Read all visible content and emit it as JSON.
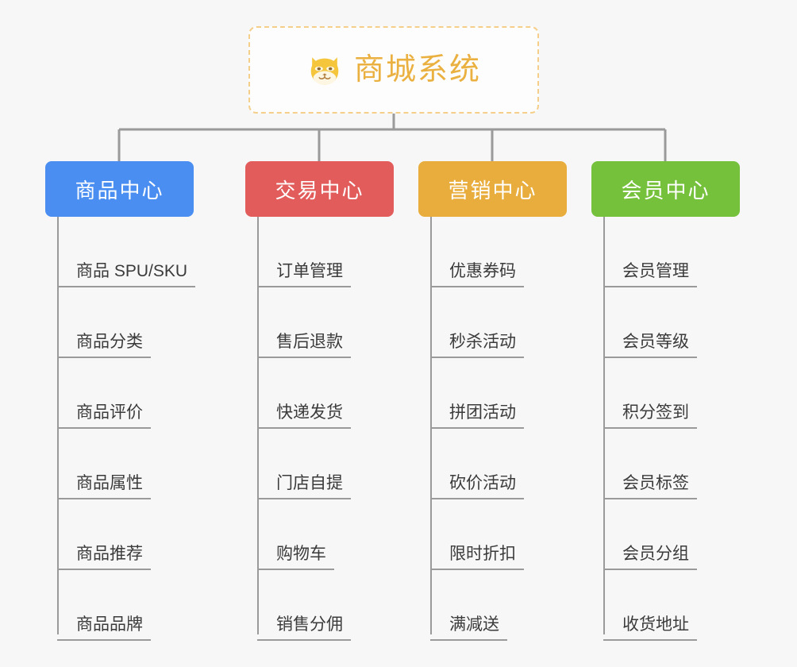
{
  "diagram": {
    "type": "org-chart",
    "background_color": "#f7f7f7",
    "root": {
      "label": "商城系统",
      "icon": "shiba-dog-face-icon",
      "text_color": "#eab040",
      "border_color": "#f5cf8a",
      "border_style": "dashed",
      "background_color": "#fdfdfd"
    },
    "connector_color": "#9a9a9a",
    "categories": [
      {
        "label": "商品中心",
        "color": "#4a8ef2",
        "items": [
          "商品 SPU/SKU",
          "商品分类",
          "商品评价",
          "商品属性",
          "商品推荐",
          "商品品牌"
        ]
      },
      {
        "label": "交易中心",
        "color": "#e25c5c",
        "items": [
          "订单管理",
          "售后退款",
          "快递发货",
          "门店自提",
          "购物车",
          "销售分佣"
        ]
      },
      {
        "label": "营销中心",
        "color": "#e8ad3c",
        "items": [
          "优惠券码",
          "秒杀活动",
          "拼团活动",
          "砍价活动",
          "限时折扣",
          "满减送"
        ]
      },
      {
        "label": "会员中心",
        "color": "#76c13c",
        "items": [
          "会员管理",
          "会员等级",
          "积分签到",
          "会员标签",
          "会员分组",
          "收货地址"
        ]
      }
    ]
  }
}
